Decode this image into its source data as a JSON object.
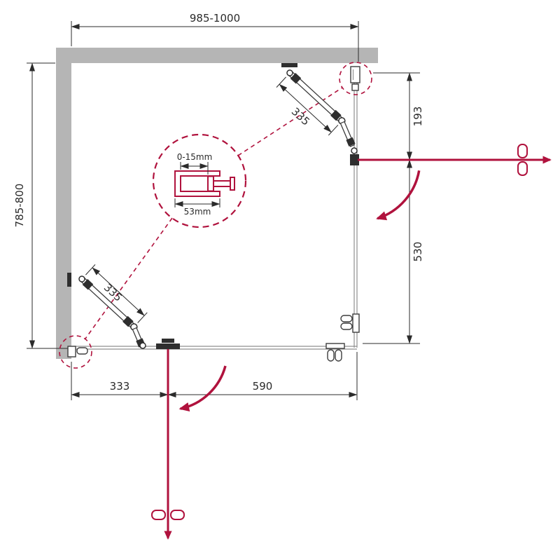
{
  "colors": {
    "accent": "#b0123d",
    "wall": "#b5b5b5",
    "line": "#2b2b2b"
  },
  "dimensions": {
    "overall_width": "985-1000",
    "overall_height": "785-800",
    "right_upper": "193",
    "right_lower": "530",
    "bottom_left": "333",
    "bottom_right": "590",
    "upper_panel": "335",
    "lower_panel": "335",
    "detail_adjustment": "0-15mm",
    "detail_profile_width": "53mm"
  }
}
